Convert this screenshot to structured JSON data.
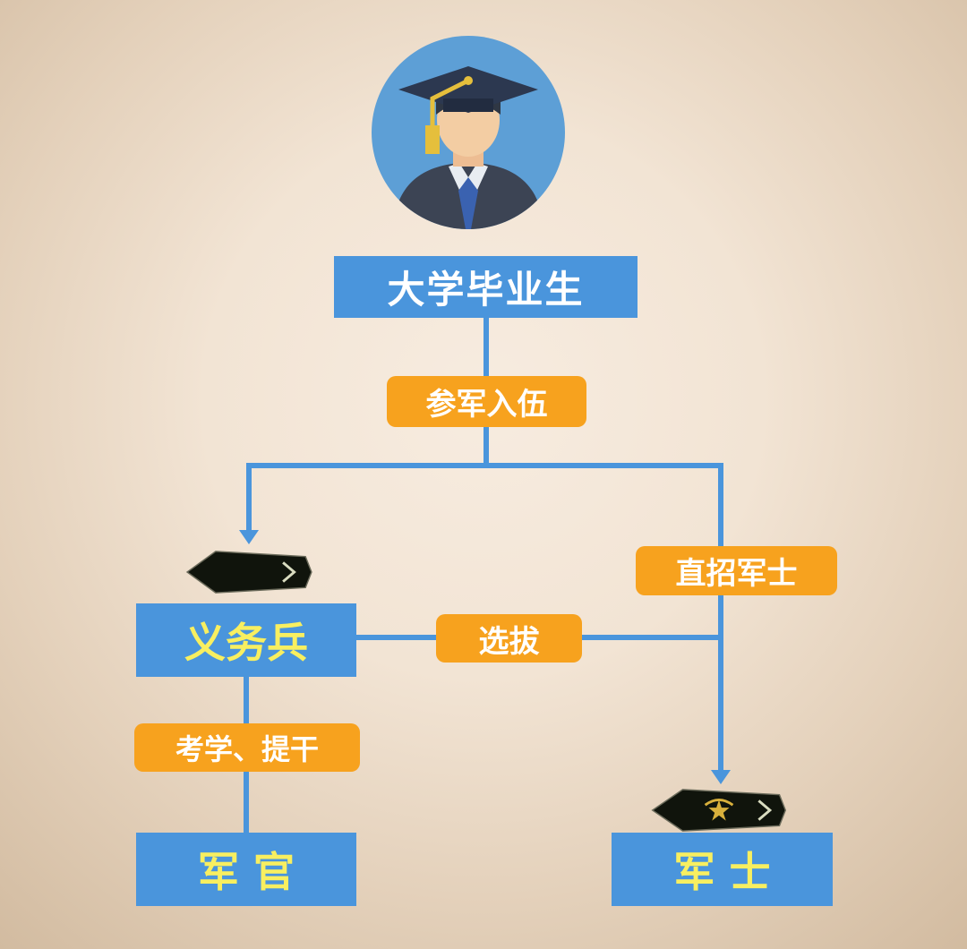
{
  "diagram": {
    "type": "flowchart",
    "topic": "college graduate military enlistment paths"
  },
  "nodes": {
    "graduate": "大学毕业生",
    "enlist": "参军入伍",
    "direct_sergeant": "直招军士",
    "conscript": "义务兵",
    "selection": "选拔",
    "exam_promotion": "考学、提干",
    "officer": "军 官",
    "sergeant": "军 士"
  },
  "icons": {
    "avatar": "graduate-avatar-icon",
    "conscript_badge": "conscript-rank-badge-icon",
    "sergeant_badge": "sergeant-rank-badge-icon"
  },
  "colors": {
    "background_center": "#f7ece0",
    "background_edge": "#d2bba0",
    "node_blue": "#4a95dc",
    "node_orange": "#f7a21e",
    "connector_blue": "#4a95dc",
    "text_white": "#ffffff",
    "text_yellow": "#f8ef60",
    "badge_black": "#10140c",
    "badge_gold": "#d8b03c",
    "avatar_circle": "#5d9fd6"
  }
}
